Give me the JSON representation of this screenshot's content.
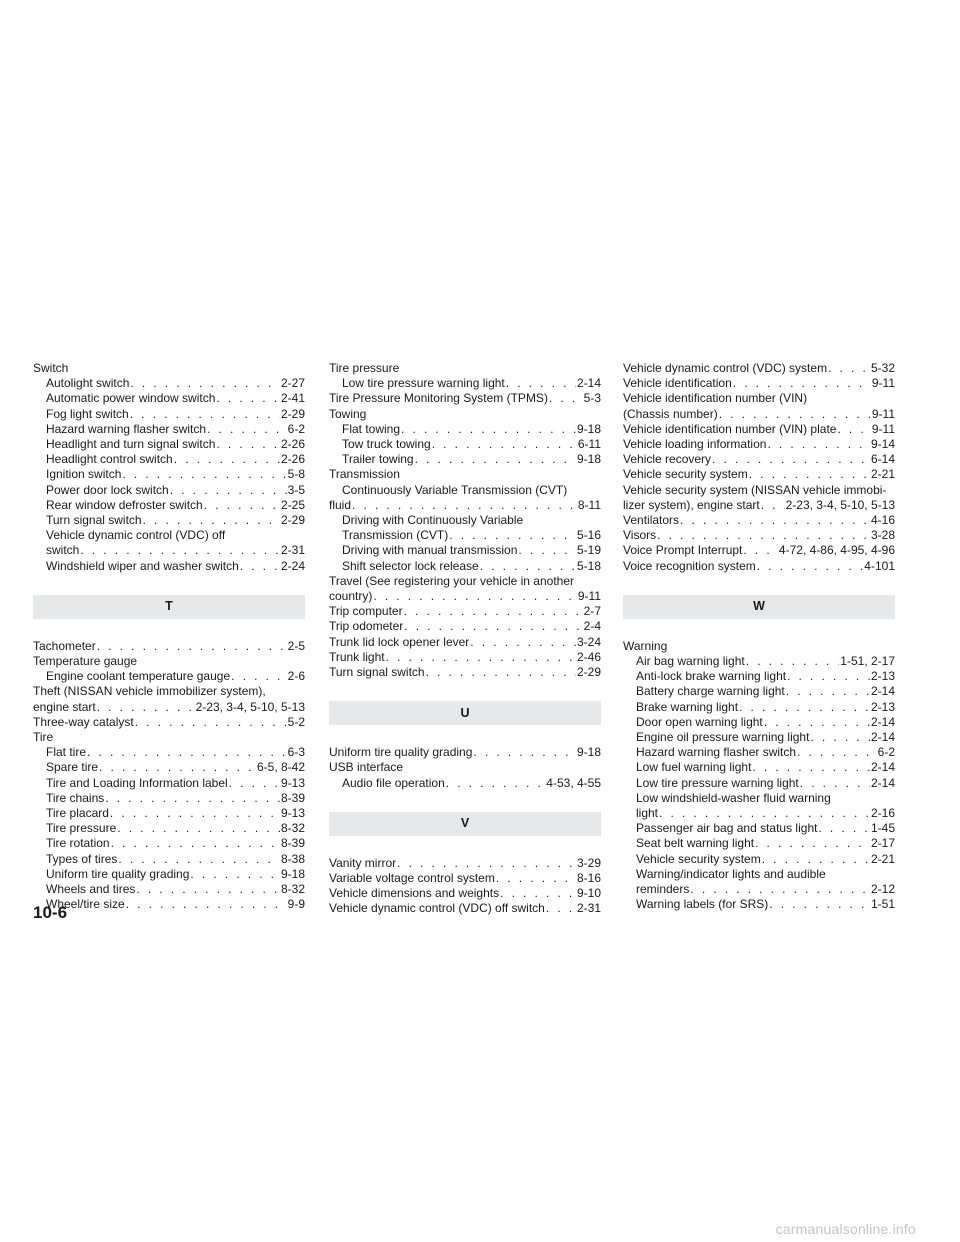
{
  "page_number": "10-6",
  "watermark": "carmanualsonline.info",
  "col1": [
    {
      "lvl": 1,
      "text": "Switch"
    },
    {
      "lvl": 2,
      "text": "Autolight switch",
      "page": "2-27"
    },
    {
      "lvl": 2,
      "text": "Automatic power window switch",
      "page": "2-41"
    },
    {
      "lvl": 2,
      "text": "Fog light switch",
      "page": "2-29"
    },
    {
      "lvl": 2,
      "text": "Hazard warning flasher switch",
      "page": "6-2"
    },
    {
      "lvl": 2,
      "text": "Headlight and turn signal switch",
      "page": "2-26"
    },
    {
      "lvl": 2,
      "text": "Headlight control switch",
      "page": "2-26"
    },
    {
      "lvl": 2,
      "text": "Ignition switch",
      "page": "5-8"
    },
    {
      "lvl": 2,
      "text": "Power door lock switch",
      "page": "3-5"
    },
    {
      "lvl": 2,
      "text": "Rear window defroster switch",
      "page": "2-25"
    },
    {
      "lvl": 2,
      "text": "Turn signal switch",
      "page": "2-29"
    },
    {
      "lvl": 2,
      "pre": "Vehicle dynamic control (VDC) off",
      "text": "switch",
      "page": "2-31"
    },
    {
      "lvl": 2,
      "text": "Windshield wiper and washer switch",
      "page": "2-24"
    },
    {
      "band": "T"
    },
    {
      "lvl": 1,
      "text": "Tachometer",
      "page": "2-5"
    },
    {
      "lvl": 1,
      "text": "Temperature gauge"
    },
    {
      "lvl": 2,
      "text": "Engine coolant temperature gauge",
      "page": "2-6"
    },
    {
      "lvl": 1,
      "pre": "Theft (NISSAN vehicle immobilizer system),",
      "text": "engine start",
      "page": "2-23, 3-4, 5-10, 5-13"
    },
    {
      "lvl": 1,
      "text": "Three-way catalyst",
      "page": "5-2"
    },
    {
      "lvl": 1,
      "text": "Tire"
    },
    {
      "lvl": 2,
      "text": "Flat tire",
      "page": "6-3"
    },
    {
      "lvl": 2,
      "text": "Spare tire",
      "page": "6-5, 8-42"
    },
    {
      "lvl": 2,
      "text": "Tire and Loading Information label",
      "page": "9-13"
    },
    {
      "lvl": 2,
      "text": "Tire chains",
      "page": "8-39"
    },
    {
      "lvl": 2,
      "text": "Tire placard",
      "page": "9-13"
    },
    {
      "lvl": 2,
      "text": "Tire pressure",
      "page": "8-32"
    },
    {
      "lvl": 2,
      "text": "Tire rotation",
      "page": "8-39"
    },
    {
      "lvl": 2,
      "text": "Types of tires",
      "page": "8-38"
    },
    {
      "lvl": 2,
      "text": "Uniform tire quality grading",
      "page": "9-18"
    },
    {
      "lvl": 2,
      "text": "Wheels and tires",
      "page": "8-32"
    },
    {
      "lvl": 2,
      "text": "Wheel/tire size",
      "page": "9-9"
    }
  ],
  "col2": [
    {
      "lvl": 1,
      "text": "Tire pressure"
    },
    {
      "lvl": 2,
      "text": "Low tire pressure warning light",
      "page": "2-14"
    },
    {
      "lvl": 1,
      "text": "Tire Pressure Monitoring System (TPMS)",
      "page": "5-3"
    },
    {
      "lvl": 1,
      "text": "Towing"
    },
    {
      "lvl": 2,
      "text": "Flat towing",
      "page": "9-18"
    },
    {
      "lvl": 2,
      "text": "Tow truck towing",
      "page": "6-11"
    },
    {
      "lvl": 2,
      "text": "Trailer towing",
      "page": "9-18"
    },
    {
      "lvl": 1,
      "text": "Transmission"
    },
    {
      "lvl": 2,
      "pre": "Continuously Variable Transmission (CVT)",
      "text": "fluid",
      "page": "8-11",
      "pre_lvl": 2,
      "text_lvl": 1
    },
    {
      "lvl": 2,
      "pre": "Driving with Continuously Variable",
      "text": "Transmission (CVT)",
      "page": "5-16"
    },
    {
      "lvl": 2,
      "text": "Driving with manual transmission",
      "page": "5-19"
    },
    {
      "lvl": 2,
      "text": "Shift selector lock release",
      "page": "5-18"
    },
    {
      "lvl": 1,
      "pre": "Travel (See registering your vehicle in another",
      "text": "country)",
      "page": "9-11"
    },
    {
      "lvl": 1,
      "text": "Trip computer",
      "page": "2-7"
    },
    {
      "lvl": 1,
      "text": "Trip odometer",
      "page": "2-4"
    },
    {
      "lvl": 1,
      "text": "Trunk lid lock opener lever",
      "page": "3-24"
    },
    {
      "lvl": 1,
      "text": "Trunk light",
      "page": "2-46"
    },
    {
      "lvl": 1,
      "text": "Turn signal switch",
      "page": "2-29"
    },
    {
      "band": "U"
    },
    {
      "lvl": 1,
      "text": "Uniform tire quality grading",
      "page": "9-18"
    },
    {
      "lvl": 1,
      "text": "USB interface"
    },
    {
      "lvl": 2,
      "text": "Audio file operation",
      "page": "4-53, 4-55"
    },
    {
      "band": "V"
    },
    {
      "lvl": 1,
      "text": "Vanity mirror",
      "page": "3-29"
    },
    {
      "lvl": 1,
      "text": "Variable voltage control system",
      "page": "8-16"
    },
    {
      "lvl": 1,
      "text": "Vehicle dimensions and weights",
      "page": "9-10"
    },
    {
      "lvl": 1,
      "text": "Vehicle dynamic control (VDC) off switch",
      "page": "2-31"
    }
  ],
  "col3": [
    {
      "lvl": 1,
      "text": "Vehicle dynamic control (VDC) system",
      "page": "5-32"
    },
    {
      "lvl": 1,
      "text": "Vehicle identification",
      "page": "9-11"
    },
    {
      "lvl": 1,
      "pre": "Vehicle identification number (VIN)",
      "text": "(Chassis number)",
      "page": "9-11"
    },
    {
      "lvl": 1,
      "text": "Vehicle identification number (VIN) plate",
      "page": "9-11"
    },
    {
      "lvl": 1,
      "text": "Vehicle loading information",
      "page": "9-14"
    },
    {
      "lvl": 1,
      "text": "Vehicle recovery",
      "page": "6-14"
    },
    {
      "lvl": 1,
      "text": "Vehicle security system",
      "page": "2-21"
    },
    {
      "lvl": 1,
      "pre": "Vehicle security system (NISSAN vehicle immobi-",
      "text": "lizer system), engine start",
      "page": "2-23, 3-4, 5-10, 5-13"
    },
    {
      "lvl": 1,
      "text": "Ventilators",
      "page": "4-16"
    },
    {
      "lvl": 1,
      "text": "Visors",
      "page": "3-28"
    },
    {
      "lvl": 1,
      "text": "Voice Prompt Interrupt",
      "page": "4-72, 4-86, 4-95, 4-96"
    },
    {
      "lvl": 1,
      "text": "Voice recognition system",
      "page": "4-101"
    },
    {
      "band": "W"
    },
    {
      "lvl": 1,
      "text": "Warning"
    },
    {
      "lvl": 2,
      "text": "Air bag warning light",
      "page": "1-51, 2-17"
    },
    {
      "lvl": 2,
      "text": "Anti-lock brake warning light",
      "page": "2-13"
    },
    {
      "lvl": 2,
      "text": "Battery charge warning light",
      "page": "2-14"
    },
    {
      "lvl": 2,
      "text": "Brake warning light",
      "page": "2-13"
    },
    {
      "lvl": 2,
      "text": "Door open warning light",
      "page": "2-14"
    },
    {
      "lvl": 2,
      "text": "Engine oil pressure warning light",
      "page": "2-14"
    },
    {
      "lvl": 2,
      "text": "Hazard warning flasher switch",
      "page": "6-2"
    },
    {
      "lvl": 2,
      "text": "Low fuel warning light",
      "page": "2-14"
    },
    {
      "lvl": 2,
      "text": "Low tire pressure warning light",
      "page": "2-14"
    },
    {
      "lvl": 2,
      "pre": "Low windshield-washer fluid warning",
      "text": "light",
      "page": "2-16"
    },
    {
      "lvl": 2,
      "text": "Passenger air bag and status light",
      "page": "1-45"
    },
    {
      "lvl": 2,
      "text": "Seat belt warning light",
      "page": "2-17"
    },
    {
      "lvl": 2,
      "text": "Vehicle security system",
      "page": "2-21"
    },
    {
      "lvl": 2,
      "pre": "Warning/indicator lights and audible",
      "text": "reminders",
      "page": "2-12"
    },
    {
      "lvl": 2,
      "text": "Warning labels (for SRS)",
      "page": "1-51"
    }
  ]
}
